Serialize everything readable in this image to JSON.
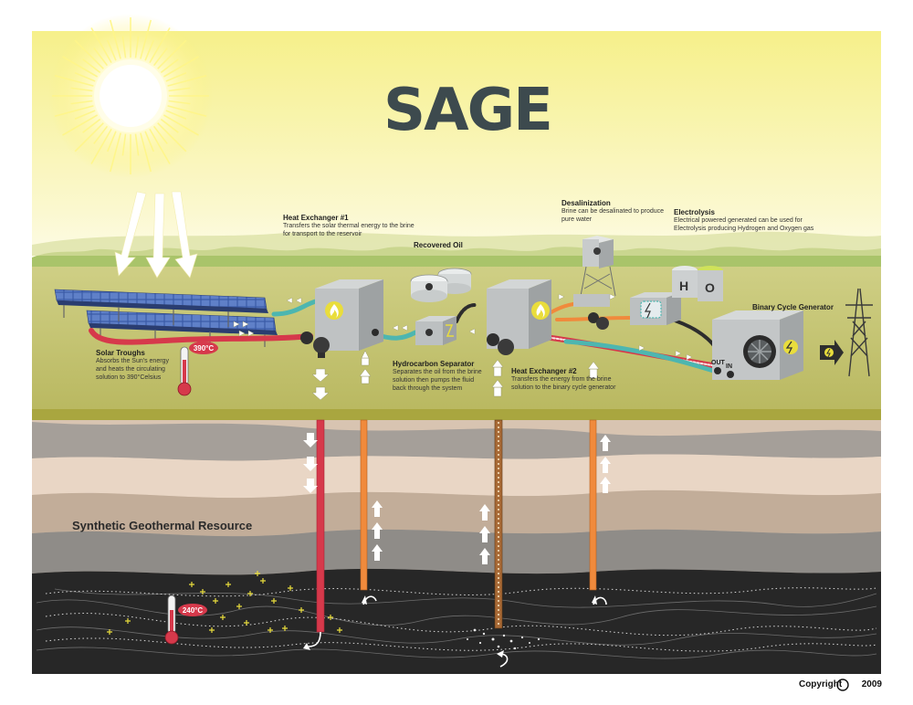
{
  "logo": "SAGE",
  "resource_label": "Synthetic Geothermal Resource",
  "copyright": {
    "text": "Copyright",
    "symbol": "©",
    "year": "2009"
  },
  "temperatures": {
    "surface": "390°C",
    "underground": "240°C"
  },
  "generator_ports": {
    "out": "OUT",
    "in": "IN"
  },
  "electrolysis_symbols": {
    "h": "H",
    "o": "O"
  },
  "callouts": {
    "heat_exchanger_1": {
      "title": "Heat Exchanger #1",
      "desc": "Transfers the solar thermal energy to the brine for transport to the reservoir"
    },
    "recovered_oil": {
      "title": "Recovered Oil"
    },
    "desalinization": {
      "title": "Desalinization",
      "desc": "Brine can be desalinated to produce pure water"
    },
    "electrolysis": {
      "title": "Electrolysis",
      "desc": "Electrical powered generated can be used for Electrolysis producing Hydrogen and Oxygen gas"
    },
    "binary_cycle": {
      "title": "Binary Cycle Generator"
    },
    "solar_troughs": {
      "title": "Solar Troughs",
      "desc": "Absorbs the Sun's energy and heats the circulating solution to 390°Celsius"
    },
    "hydrocarbon_separator": {
      "title": "Hydrocarbon Separator",
      "desc": "Separates the oil from the brine solution then pumps the fluid back through the system"
    },
    "heat_exchanger_2": {
      "title": "Heat Exchanger #2",
      "desc": "Transfers the energy from the brine solution to the binary cycle generator"
    }
  },
  "colors": {
    "sky_top": "#f7f29c",
    "sky_bottom": "#fcfbe2",
    "ground": "#c7c67a",
    "ground_dark": "#b6b45a",
    "strata_light": "#e8d2bf",
    "strata_mid": "#c9b8a6",
    "strata_grey": "#9c9994",
    "bedrock": "#262626",
    "hot_pipe": "#d6394b",
    "warm_pipe": "#f08a3c",
    "cool_pipe": "#4db6b0",
    "machine": "#b9bcbd",
    "accent_yellow": "#e9dd3c",
    "sun": "#fff37a"
  },
  "icons": [
    "sun-icon",
    "flame-icon",
    "lightning-icon",
    "oil-drop-icon",
    "water-drop-icon",
    "thermometer-icon",
    "pylon-icon",
    "arrow-icon"
  ]
}
